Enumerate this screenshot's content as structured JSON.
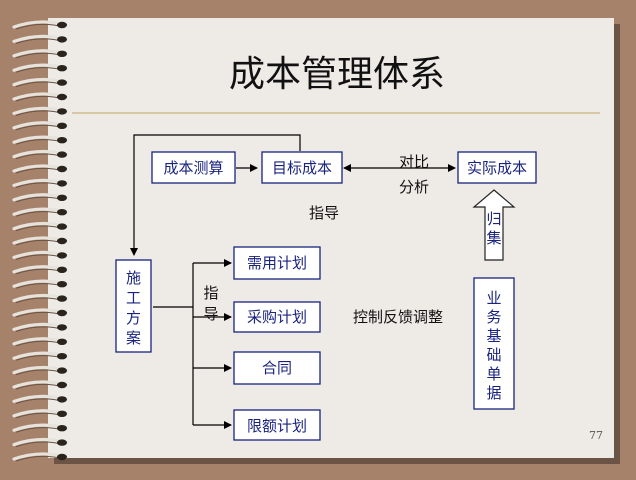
{
  "slide": {
    "title": "成本管理体系",
    "page_number": "77"
  },
  "nodes": {
    "cost_estimate": "成本测算",
    "target_cost": "目标成本",
    "actual_cost": "实际成本",
    "construction_plan": [
      "施",
      "工",
      "方",
      "案"
    ],
    "demand_plan": "需用计划",
    "procurement_plan": "采购计划",
    "contract": "合同",
    "quota_plan": "限额计划",
    "business_docs": [
      "业",
      "务",
      "基",
      "础",
      "单",
      "据"
    ]
  },
  "labels": {
    "compare_analyze": [
      "对比",
      "分析"
    ],
    "guide_top": "指导",
    "guide_side": [
      "指",
      "导"
    ],
    "collect": [
      "归",
      "集"
    ],
    "control_feedback": "控制反馈调整"
  },
  "colors": {
    "background": "#a7826b",
    "slide": "#eeeae6",
    "box_border": "#1a237e",
    "box_text": "#1a237e",
    "divider": "#c8b27a"
  }
}
